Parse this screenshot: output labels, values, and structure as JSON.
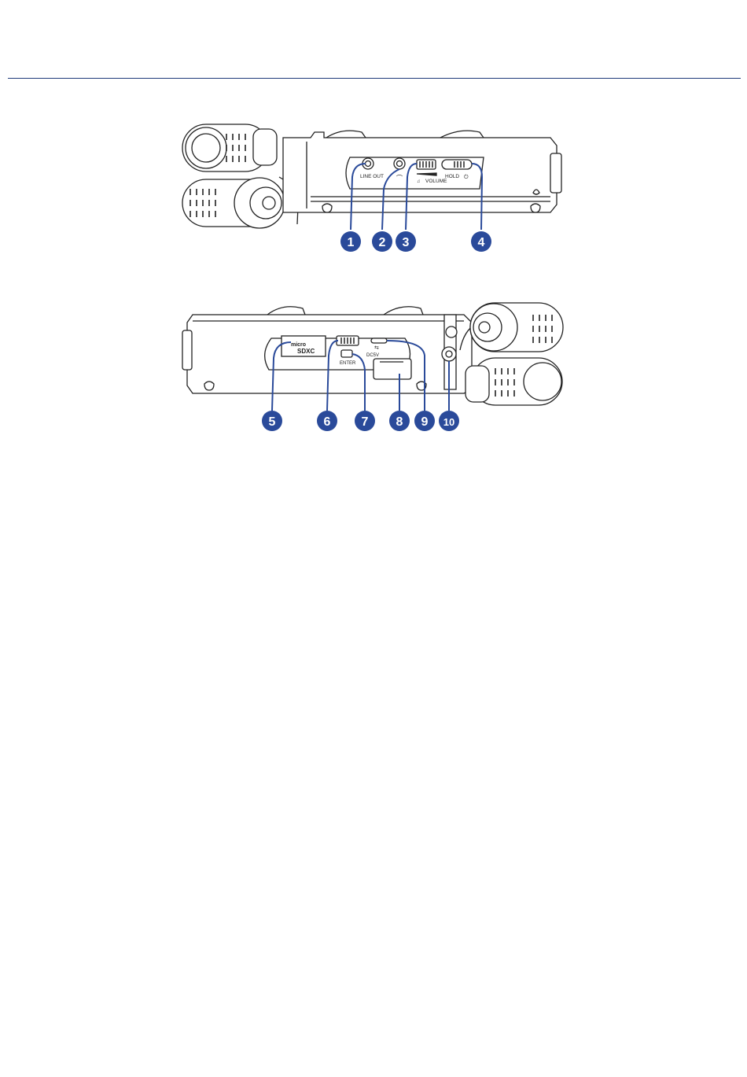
{
  "colors": {
    "accent": "#1f3a7a",
    "callout": "#2a4a9a",
    "line": "#222222"
  },
  "top_view": {
    "labels": {
      "line_out": "LINE OUT",
      "volume": "VOLUME",
      "hold": "HOLD"
    },
    "callouts": [
      "1",
      "2",
      "3",
      "4"
    ]
  },
  "bottom_view": {
    "labels": {
      "enter": "ENTER",
      "dc": "DC5V"
    },
    "callouts": [
      "5",
      "6",
      "7",
      "8",
      "9",
      "10"
    ]
  }
}
